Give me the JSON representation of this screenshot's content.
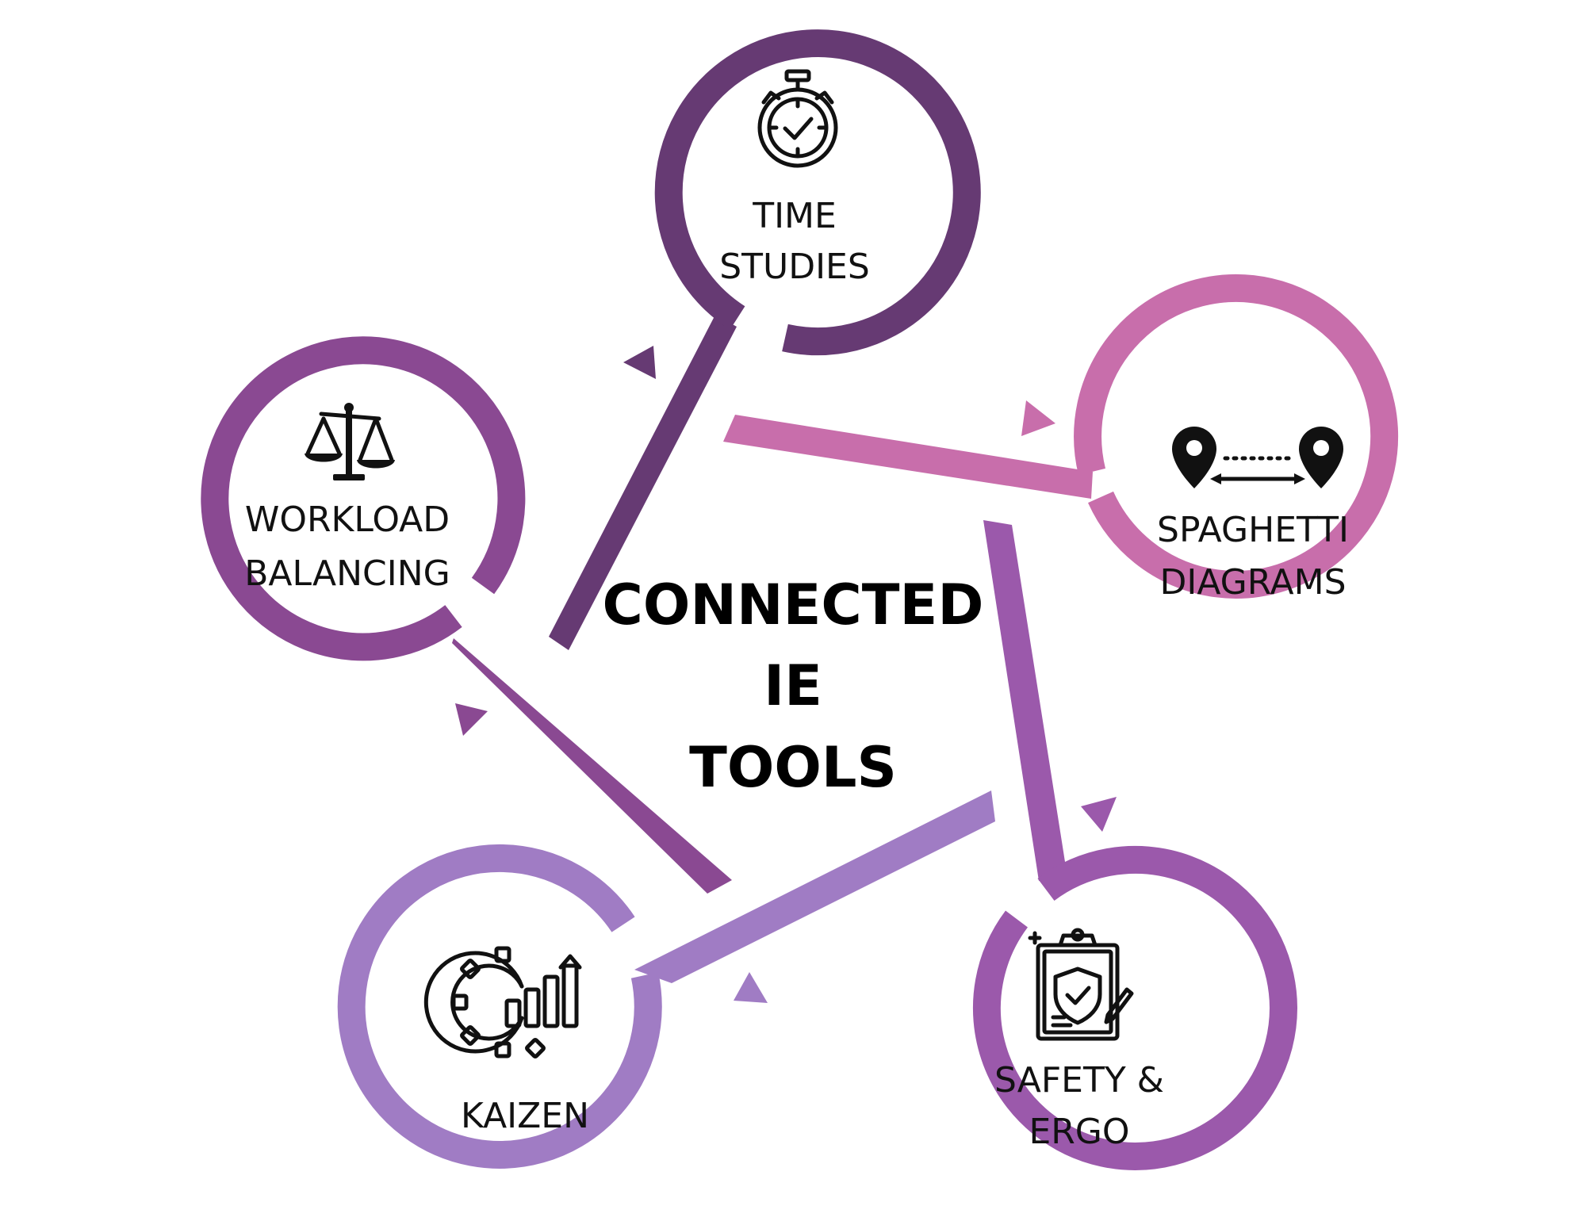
{
  "center": {
    "line1": "CONNECTED",
    "line2": "IE",
    "line3": "TOOLS"
  },
  "colors": {
    "time_studies": "#663a73",
    "spaghetti_diagrams": "#c86eab",
    "safety_ergo": "#9b59ab",
    "kaizen": "#a07cc4",
    "workload_balancing": "#8a4992"
  },
  "nodes": {
    "time_studies": {
      "line1": "TIME",
      "line2": "STUDIES",
      "icon": "stopwatch-icon"
    },
    "spaghetti_diagrams": {
      "line1": "SPAGHETTI",
      "line2": "DIAGRAMS",
      "icon": "location-pins-icon"
    },
    "safety_ergo": {
      "line1": "SAFETY &",
      "line2": "ERGO",
      "icon": "clipboard-shield-icon"
    },
    "kaizen": {
      "line1": "KAIZEN",
      "icon": "gear-chart-icon"
    },
    "workload_balancing": {
      "line1": "WORKLOAD",
      "line2": "BALANCING",
      "icon": "balance-scale-icon"
    }
  }
}
